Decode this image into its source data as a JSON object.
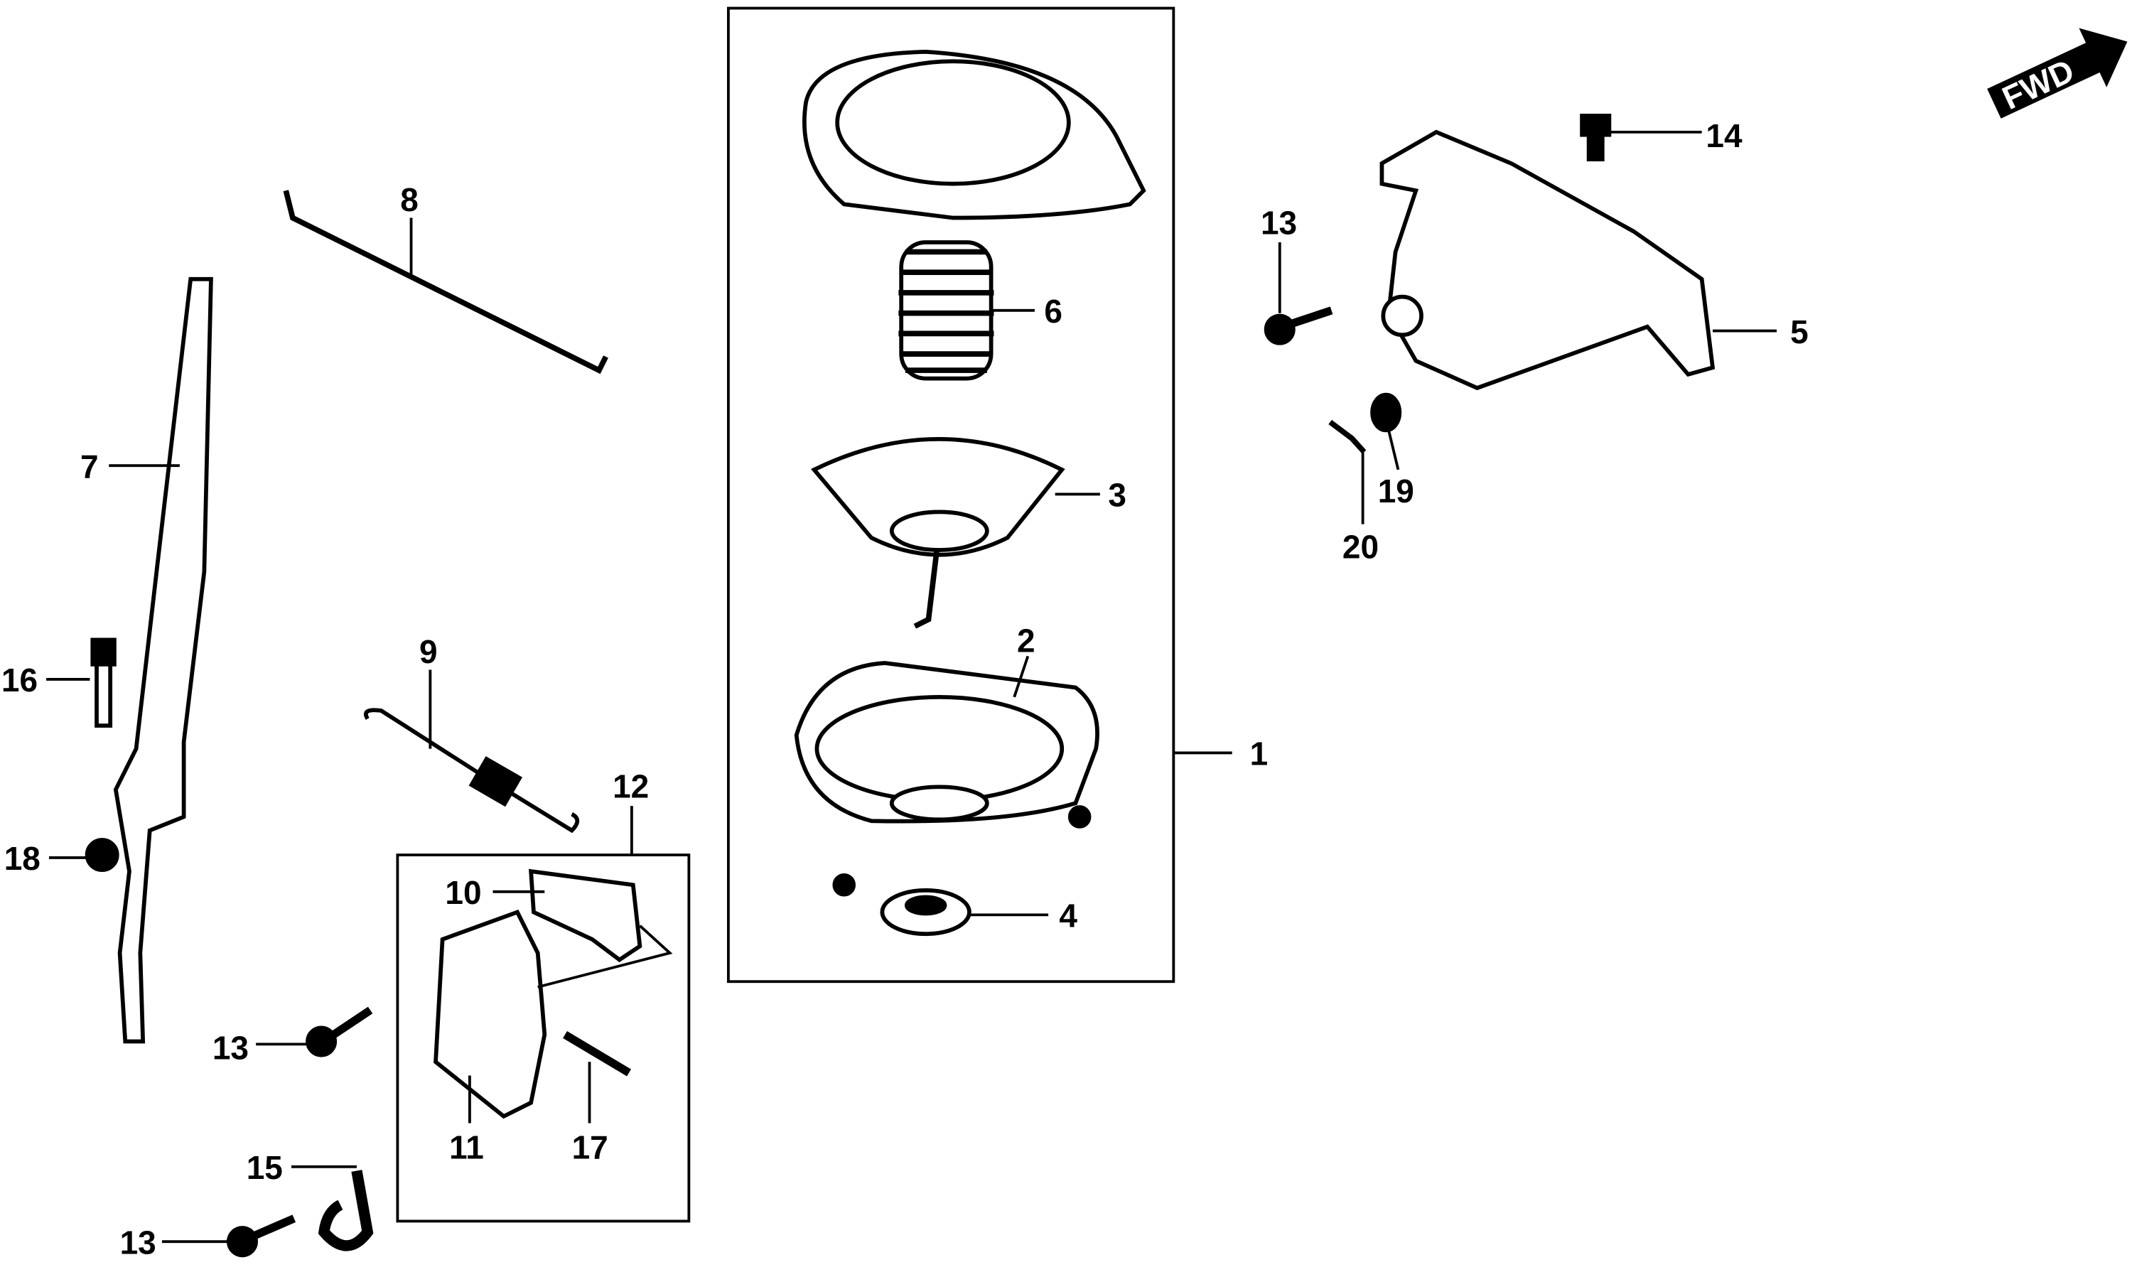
{
  "diagram": {
    "fwd_logo": "FWD",
    "labels": {
      "p1": "1",
      "p2": "2",
      "p3": "3",
      "p4": "4",
      "p5": "5",
      "p6": "6",
      "p7": "7",
      "p8": "8",
      "p9": "9",
      "p10": "10",
      "p11": "11",
      "p12": "12",
      "p13": "13",
      "p14": "14",
      "p15": "15",
      "p16": "16",
      "p17": "17",
      "p18": "18",
      "p19": "19",
      "p20": "20"
    }
  }
}
